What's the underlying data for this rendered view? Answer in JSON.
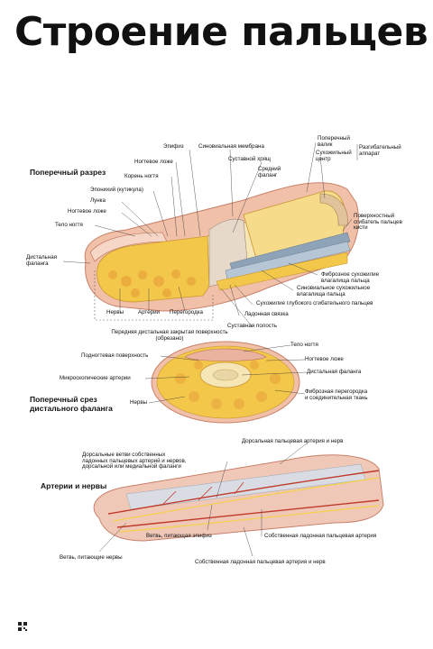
{
  "title": "Строение пальцев",
  "sections": {
    "cross_section": "Поперечный разрез",
    "phalanx_section": [
      "Поперечный срез",
      "дистального фаланга"
    ],
    "arteries": "Артерии и нервы"
  },
  "labels1": {
    "epifiz": "Эпифиз",
    "sinov_membrana": "Синовиальная мембрана",
    "poperechny_valik": [
      "Поперечный",
      "валик"
    ],
    "suhozh_centr": [
      "Сухожильный",
      "центр"
    ],
    "razgib_apparat": [
      "Разгибательный",
      "аппарат"
    ],
    "nogtevoe_lozhe": "Ногтевое ложе",
    "sustavnoy_hryasch": "Суставной хрящ",
    "koren_nogtya": "Корень ногтя",
    "sredniy_falang": [
      "Средний",
      "фаланг"
    ],
    "eponihiy": "Эпонихий (кутикула)",
    "lunka": "Лунка",
    "nogtevoe_lozhe2": "Ногтевое ложе",
    "telo_nogtya": "Тело ногтя",
    "poverhn_sgibatel": [
      "Поверхностный",
      "сгибатель пальцев",
      "кисти"
    ],
    "distal_falanga": [
      "Дистальная",
      "фаланга"
    ],
    "fibrozn_suhozh": [
      "Фиброзное сухожилие",
      "влагалища пальца"
    ],
    "sinov_suhozh": [
      "Синовиальное сухожильное",
      "влагалища пальца"
    ],
    "suhozh_glub": "Сухожилие глубокого сгибательного пальцев",
    "nervy": "Нервы",
    "arterii": "Артерии",
    "peregorodka": "Перегородка",
    "ladonnaya_svyazka": "Ладонная связка",
    "sustavnaya_polost": "Суставная полость",
    "perednyaya": [
      "Передняя дистальная закрытая поверхность",
      "(обрезано)"
    ]
  },
  "labels2": {
    "telo_nogtya": "Тело ногтя",
    "podnogt_poverhn": "Подногтевая поверхность",
    "nogtevoe_lozhe": "Ногтевое ложе",
    "mikro_arterii": "Микроскопические артерии",
    "distal_falanga": "Дистальная фаланга",
    "fibrozn_peregorodka": [
      "Фиброзная перегородка",
      "и соединительная ткань"
    ],
    "nervy": "Нервы"
  },
  "labels3": {
    "dorsal_artery": "Дорсальная пальцевая артерия и нерв",
    "dorsal_vetvi": [
      "Дорсальные ветви собственных",
      "ладонных пальцевых артерий и нервов,",
      "дорсальной или медиальной фаланги"
    ],
    "vetv_epifiz": "Ветвь, питающая эпифиз",
    "sobstv_ladon_art": "Собственная ладонная пальцевая артерия",
    "vetv_nervy": "Ветвь, питающие нервы",
    "sobstv_art_nerv": "Собственная ладонная пальцевая артерия и нерв"
  },
  "colors": {
    "bone": "#f3c84a",
    "bone_dark": "#d9a23a",
    "skin": "#e9a28c",
    "tendon": "#8a9cb0",
    "artery": "#c0392b",
    "nerve": "#f2d24a"
  }
}
